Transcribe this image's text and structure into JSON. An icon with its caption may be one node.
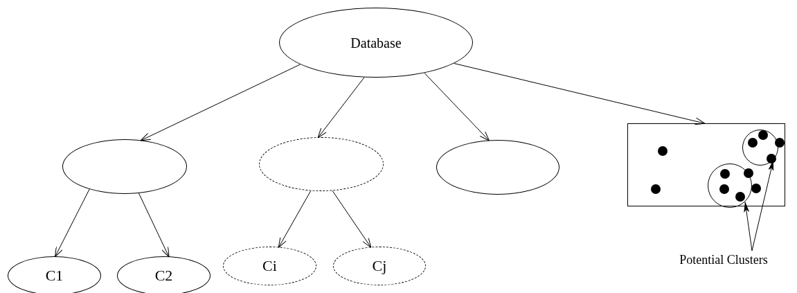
{
  "diagram": {
    "nodes": [
      {
        "text": [
          "Database"
        ]
      },
      {
        "text": [],
        "shape": "ellipse"
      },
      {
        "text": [],
        "shape": "ellipse"
      },
      {
        "text": [],
        "shape": "ellipse"
      },
      {
        "text": [],
        "shape": "box"
      },
      {
        "text": [
          "C1"
        ]
      },
      {
        "text": [
          "C2"
        ]
      },
      {
        "text": [
          "Ci"
        ]
      },
      {
        "text": [
          "Cj"
        ]
      },
      {
        "text": [],
        "shape": "circle",
        "in": 4
      },
      {
        "text": [],
        "shape": "circle",
        "in": 4
      },
      {
        "text": [
          "Potential Clusters"
        ]
      }
    ],
    "edges": [
      {
        "from": 0,
        "to": 1,
        "arrow": "to"
      },
      {
        "from": 0,
        "to": 2,
        "arrow": "to"
      },
      {
        "from": 0,
        "to": 3,
        "arrow": "to"
      },
      {
        "from": 0,
        "to": 4,
        "arrow": "to"
      },
      {
        "from": 1,
        "to": 5,
        "arrow": "to"
      },
      {
        "from": 1,
        "to": 6,
        "arrow": "to"
      },
      {
        "from": 2,
        "to": 7,
        "arrow": "to"
      },
      {
        "from": 2,
        "to": 8,
        "arrow": "to"
      },
      {
        "from": 11,
        "to": 10,
        "arrow": "to"
      },
      {
        "from": 11,
        "to": 9,
        "arrow": "to"
      }
    ]
  }
}
